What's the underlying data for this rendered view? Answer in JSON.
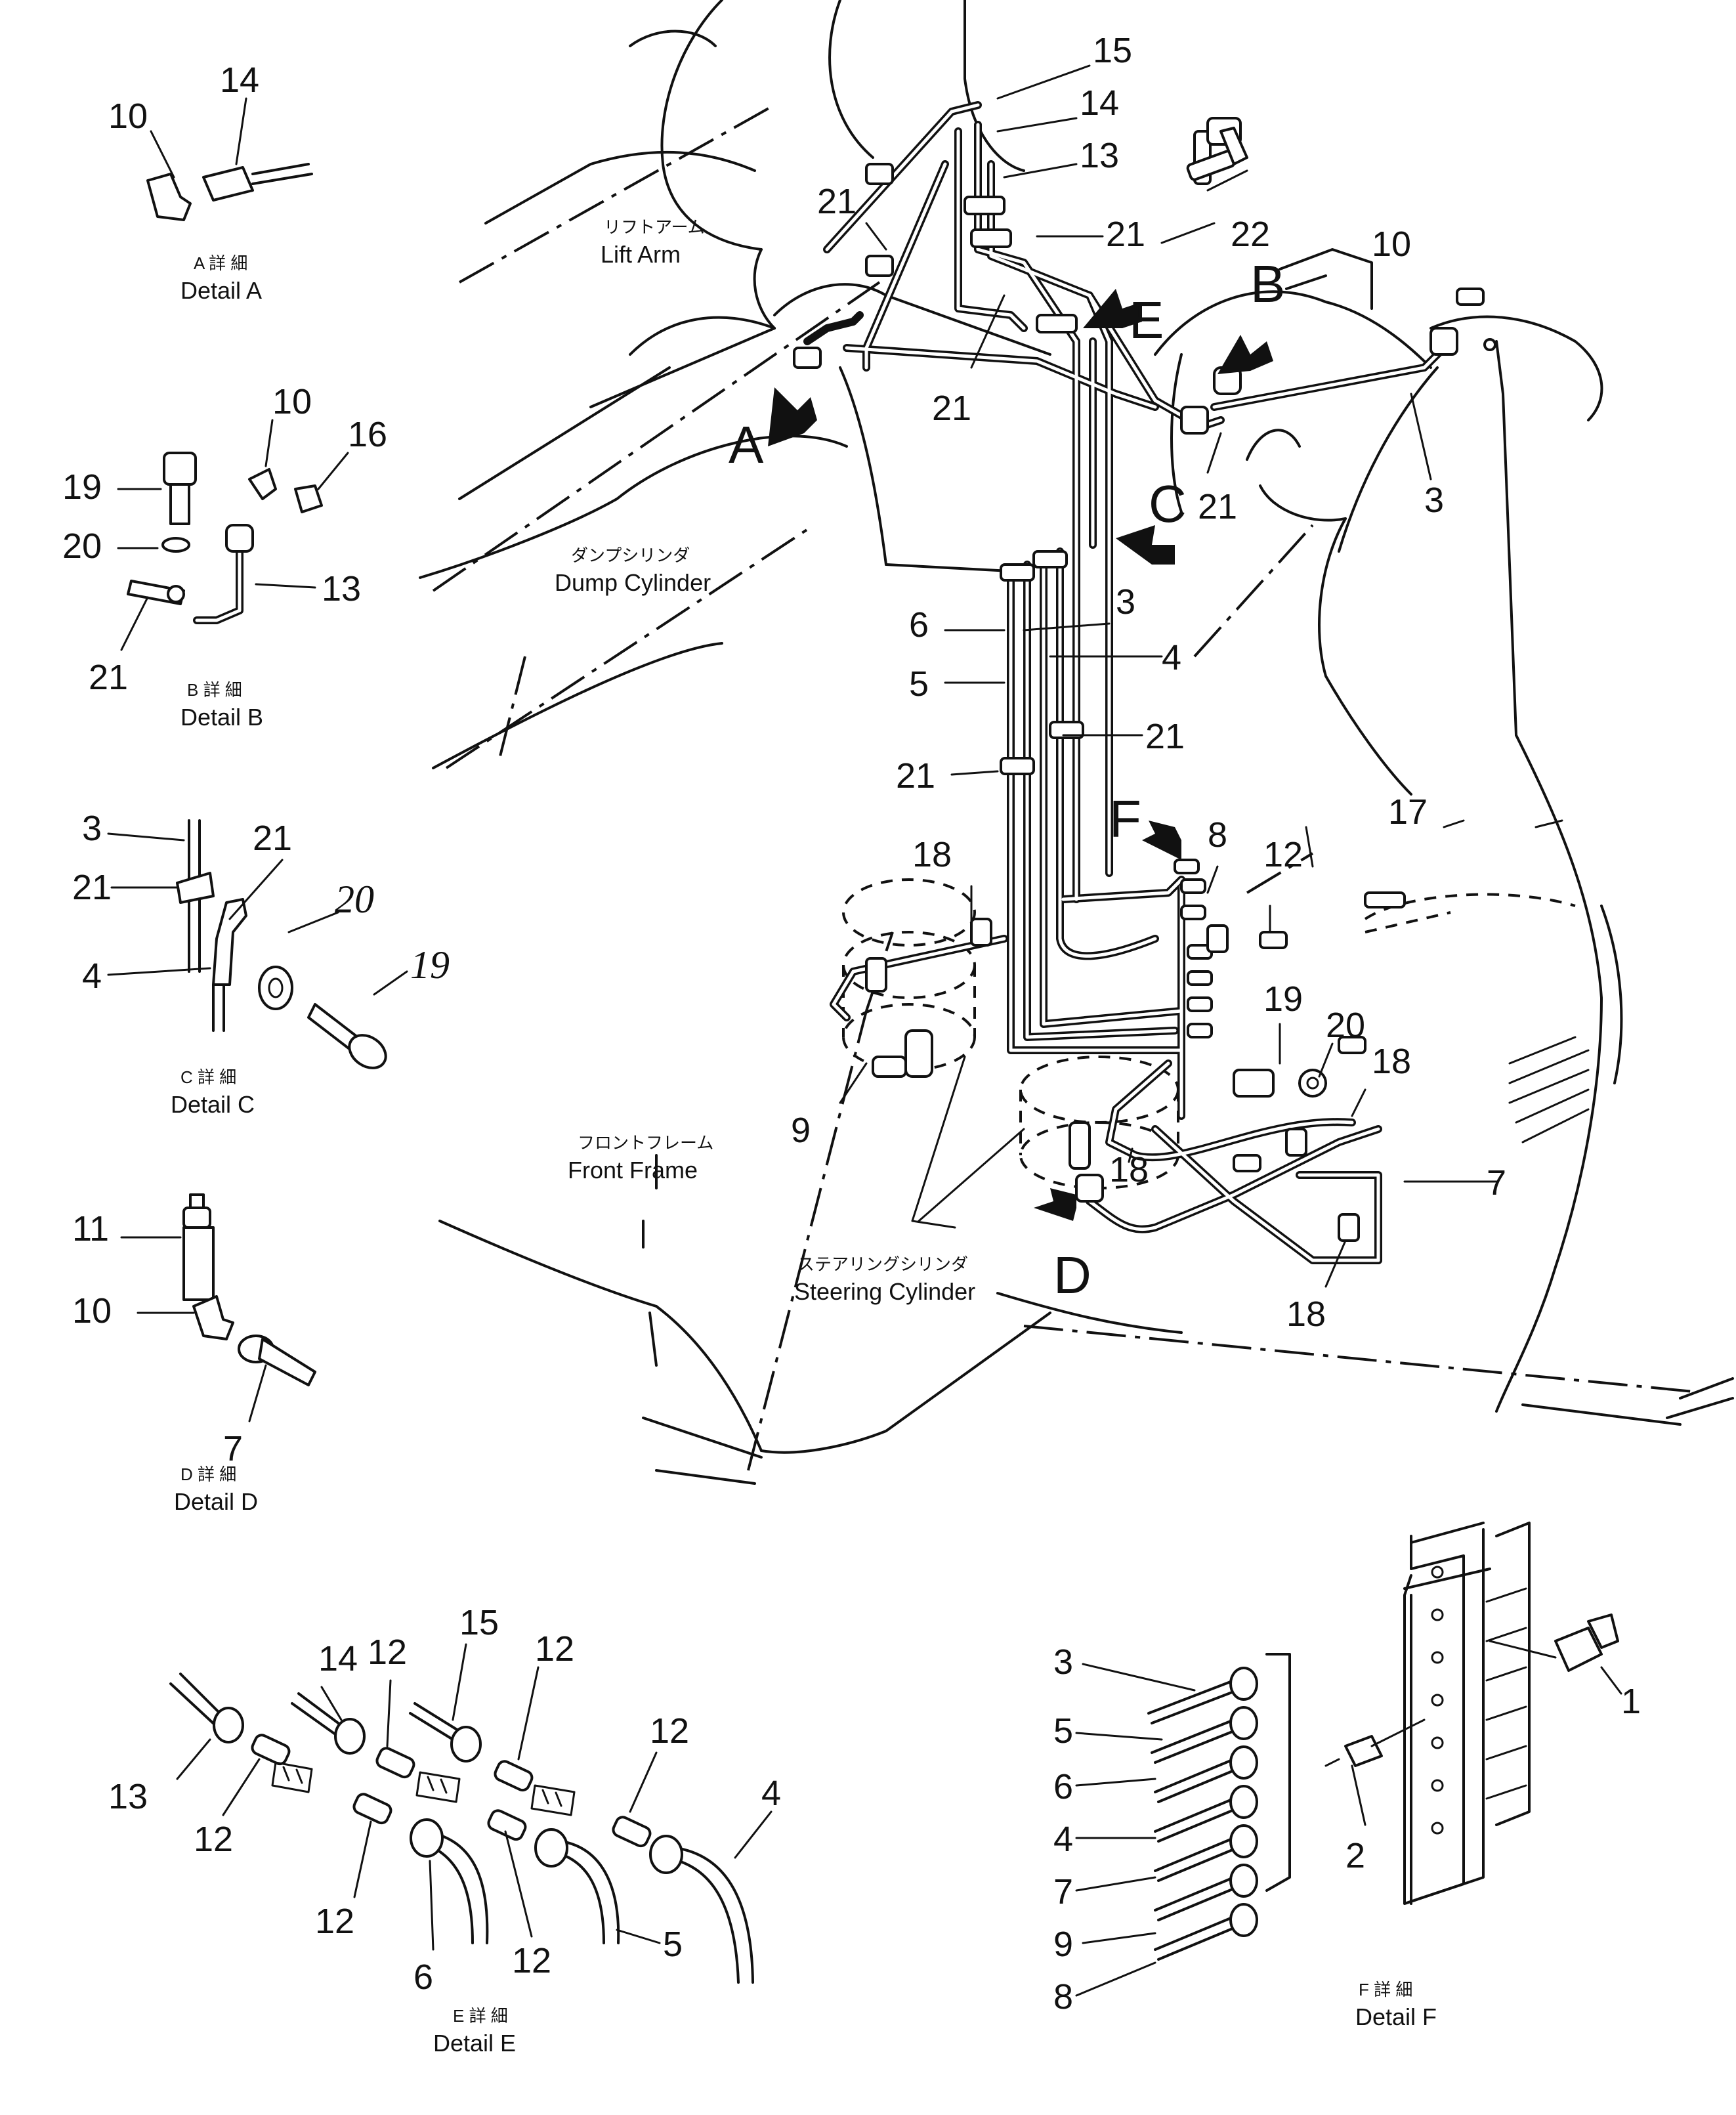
{
  "part_numbers": {
    "p1": "1",
    "p2": "2",
    "p3": "3",
    "p4": "4",
    "p5": "5",
    "p6": "6",
    "p7": "7",
    "p8": "8",
    "p9": "9",
    "p10": "10",
    "p11": "11",
    "p12": "12",
    "p13": "13",
    "p14": "14",
    "p15": "15",
    "p16": "16",
    "p17": "17",
    "p18": "18",
    "p19": "19",
    "p20": "20",
    "p21": "21",
    "p22": "22"
  },
  "view_letters": {
    "a": "A",
    "b": "B",
    "c": "C",
    "d": "D",
    "e": "E",
    "f": "F"
  },
  "component_labels": {
    "lift_arm_jp": "リフトアーム",
    "lift_arm_en": "Lift Arm",
    "dump_cylinder_jp": "ダンプシリンダ",
    "dump_cylinder_en": "Dump Cylinder",
    "front_frame_jp": "フロントフレーム",
    "front_frame_en": "Front Frame",
    "steering_cylinder_jp": "ステアリングシリンダ",
    "steering_cylinder_en": "Steering Cylinder"
  },
  "detail_captions": {
    "a_jp": "A 詳 細",
    "a_en": "Detail A",
    "b_jp": "B 詳 細",
    "b_en": "Detail B",
    "c_jp": "C 詳 細",
    "c_en": "Detail C",
    "d_jp": "D 詳 細",
    "d_en": "Detail D",
    "e_jp": "E 詳 細",
    "e_en": "Detail E",
    "f_jp": "F 詳 細",
    "f_en": "Detail F"
  }
}
